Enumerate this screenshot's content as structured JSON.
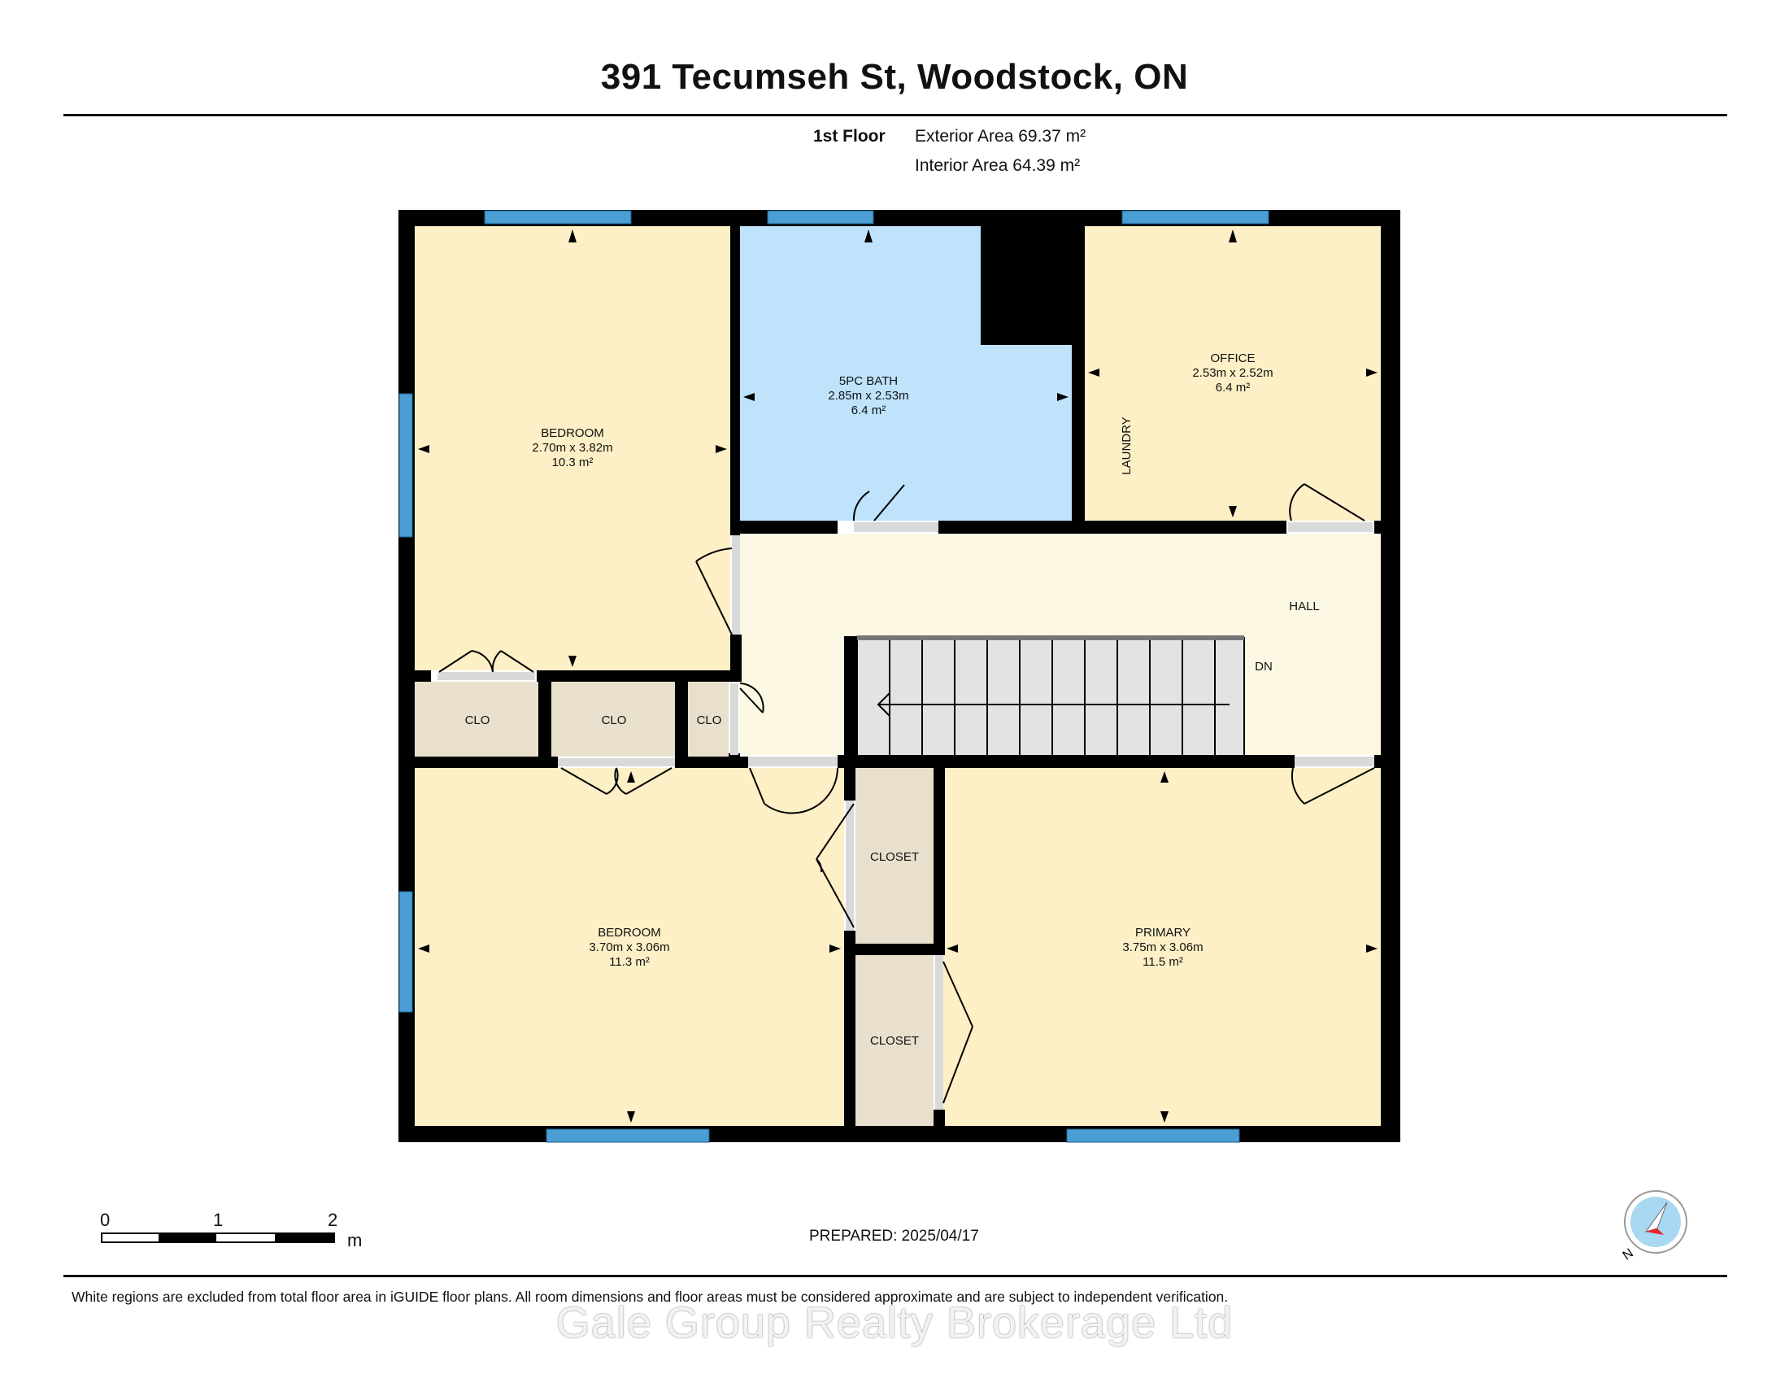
{
  "header": {
    "title": "391 Tecumseh St, Woodstock, ON",
    "floor": "1st Floor",
    "exterior_area": "Exterior Area 69.37 m²",
    "interior_area": "Interior Area 64.39 m²"
  },
  "rooms": {
    "bedroom_nw": {
      "name": "BEDROOM",
      "dims": "2.70m x 3.82m",
      "area": "10.3 m²"
    },
    "bath": {
      "name": "5PC BATH",
      "dims": "2.85m x 2.53m",
      "area": "6.4 m²"
    },
    "office": {
      "name": "OFFICE",
      "dims": "2.53m x 2.52m",
      "area": "6.4 m²"
    },
    "laundry": {
      "name": "LAUNDRY"
    },
    "hall": {
      "name": "HALL"
    },
    "stairs": {
      "name": "DN"
    },
    "clo1": {
      "name": "CLO"
    },
    "clo2": {
      "name": "CLO"
    },
    "clo3": {
      "name": "CLO"
    },
    "closet1": {
      "name": "CLOSET"
    },
    "closet2": {
      "name": "CLOSET"
    },
    "bedroom_sw": {
      "name": "BEDROOM",
      "dims": "3.70m x 3.06m",
      "area": "11.3 m²"
    },
    "primary": {
      "name": "PRIMARY",
      "dims": "3.75m x 3.06m",
      "area": "11.5 m²"
    }
  },
  "scale": {
    "ticks": [
      "0",
      "1",
      "2"
    ],
    "unit": "m"
  },
  "footer": {
    "prepared": "PREPARED: 2025/04/17",
    "disclaimer": "White regions are excluded from total floor area in iGUIDE floor plans. All room dimensions and floor areas must be considered approximate and are subject to independent verification.",
    "watermark": "Gale Group Realty Brokerage Ltd"
  },
  "compass": {
    "label": "N"
  },
  "colors": {
    "room_fill": "#fdefc6",
    "bath_fill": "#bee3fb",
    "hall_fill": "#fdf8e3",
    "closet_fill": "#e8dfcd",
    "wall": "#000000",
    "window": "#4a9ed3",
    "stairs": "#e3e3e3"
  }
}
